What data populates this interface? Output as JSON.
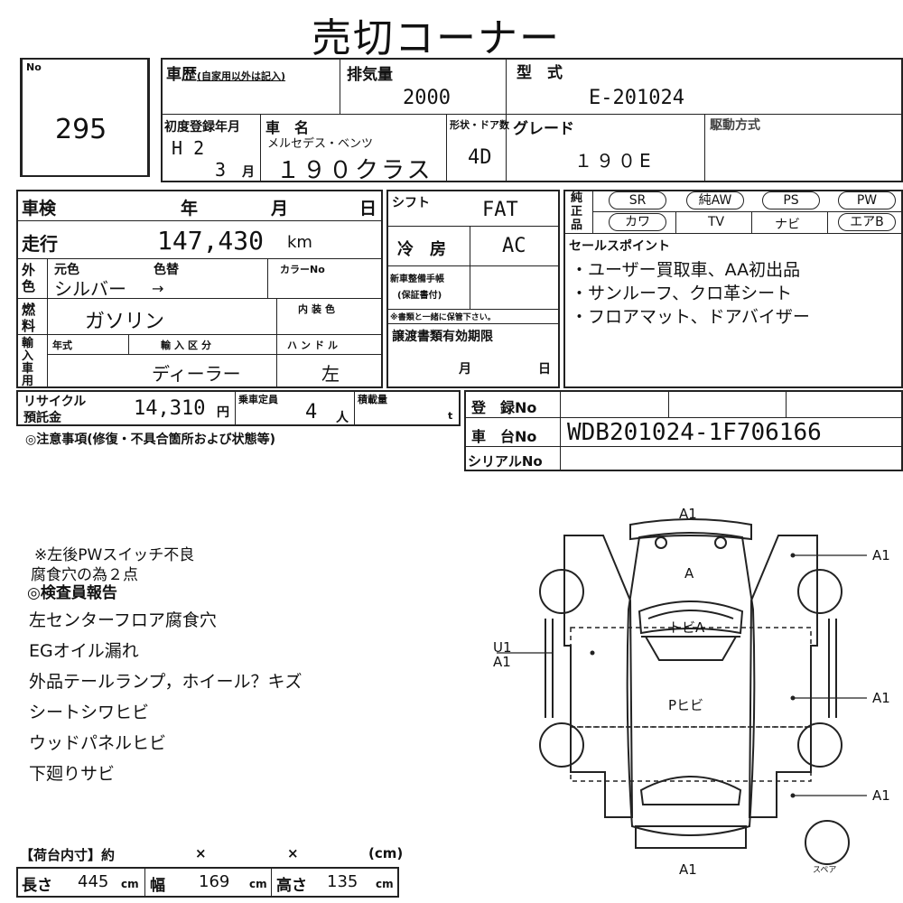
{
  "title": "売切コーナー",
  "lot": {
    "label": "No",
    "number": "295"
  },
  "history": {
    "label": "車歴",
    "note": "(自家用以外は記入)"
  },
  "displacement": {
    "label": "排気量",
    "value": "2000"
  },
  "model": {
    "label": "型　式",
    "value": "E-201024"
  },
  "first_reg": {
    "label": "初度登録年月",
    "era": "H 2",
    "month": "3",
    "month_unit": "月"
  },
  "car_name": {
    "label": "車　名",
    "maker": "メルセデス・ベンツ",
    "value": "１９０クラス"
  },
  "body": {
    "label": "形状・ドア数",
    "value": "4D"
  },
  "grade": {
    "label": "グレード",
    "value": "１９０E"
  },
  "drive_label": "駆動方式",
  "inspection": {
    "label": "車検",
    "year": "年",
    "month": "月",
    "day": "日"
  },
  "shift": {
    "label": "シフト",
    "value": "FAT"
  },
  "mileage": {
    "label": "走行",
    "value": "147,430",
    "unit": "km"
  },
  "ac": {
    "label": "冷　房",
    "value": "AC"
  },
  "exterior": {
    "label": "外色",
    "orig": "元色",
    "repaint": "色替",
    "color_no": "カラーNo",
    "value": "シルバー",
    "arrow": "→"
  },
  "fuel": {
    "label": "燃料",
    "value": "ガソリン",
    "interior_label": "内装色"
  },
  "import": {
    "label": "輸入車用",
    "year_label": "年式",
    "type_label": "輸入区分",
    "type_value": "ディーラー",
    "handle_label": "ハンドル",
    "handle_value": "左"
  },
  "new_car": {
    "label1": "新車整備手帳",
    "label2": "(保証書付)",
    "note": "※書類と一緒に保管下さい。"
  },
  "transfer": {
    "label": "譲渡書類有効期限",
    "month": "月",
    "day": "日"
  },
  "options": {
    "label": "純正品",
    "items": [
      "SR",
      "純AW",
      "PS",
      "PW",
      "カワ",
      "TV",
      "ナビ",
      "エアB"
    ]
  },
  "sales_points": {
    "label": "セールスポイント",
    "items": [
      "・ユーザー買取車、AA初出品",
      "・サンルーフ、クロ革シート",
      "・フロアマット、ドアバイザー"
    ]
  },
  "recycle": {
    "label1": "リサイクル",
    "label2": "預託金",
    "value": "14,310",
    "unit": "円"
  },
  "capacity": {
    "label": "乗車定員",
    "value": "4",
    "unit": "人"
  },
  "load": {
    "label": "積載量",
    "unit": "t"
  },
  "registration": {
    "label": "登　録No"
  },
  "chassis": {
    "label": "車　台No",
    "value": "WDB201024-1F706166"
  },
  "serial": {
    "label": "シリアルNo"
  },
  "caution_label": "◎注意事項(修復・不具合箇所および状態等)",
  "notes": [
    "※左後PWスイッチ不良",
    "腐食穴の為２点"
  ],
  "inspector": {
    "label": "◎検査員報告",
    "items": [
      "左センターフロア腐食穴",
      "EGオイル漏れ",
      "外品テールランプ，ホイール？キズ",
      "シートシワヒビ",
      "ウッドパネルヒビ",
      "下廻りサビ"
    ]
  },
  "cargo": {
    "label": "【荷台内寸】約",
    "x": "×",
    "unit_cm": "(cm)"
  },
  "dims": {
    "length_label": "長さ",
    "length": "445",
    "width_label": "幅",
    "width": "169",
    "height_label": "高さ",
    "height": "135",
    "unit": "cm"
  },
  "diagram": {
    "top": "A1",
    "bottom": "A1",
    "left1": "U1",
    "left2": "A1",
    "right1": "A1",
    "right2": "A1",
    "right3": "A1",
    "hood": "A",
    "top_mark": "トビA",
    "floor": "Pヒビ",
    "spare": "スペア"
  }
}
